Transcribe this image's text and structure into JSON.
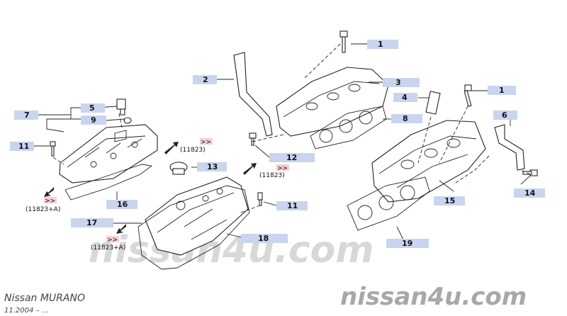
{
  "diagram": {
    "labels": [
      "1",
      "2",
      "3",
      "4",
      "1",
      "5",
      "6",
      "7",
      "8",
      "9",
      "11",
      "12",
      "13",
      "14",
      "15",
      "16",
      "17",
      "18",
      "11",
      "19"
    ],
    "refs": [
      "(11823)",
      "(11823)",
      "(11823+A)",
      "(11823+A)"
    ],
    "chevron": ">>"
  },
  "footer": {
    "brand": "Nissan MURANO",
    "date": "11.2004 – ...",
    "watermark": "nissan4u.com"
  },
  "colors": {
    "label_box": "#c9d4ef",
    "ref_marker": "#f6cfd2",
    "watermark": "#d8d8d8"
  }
}
